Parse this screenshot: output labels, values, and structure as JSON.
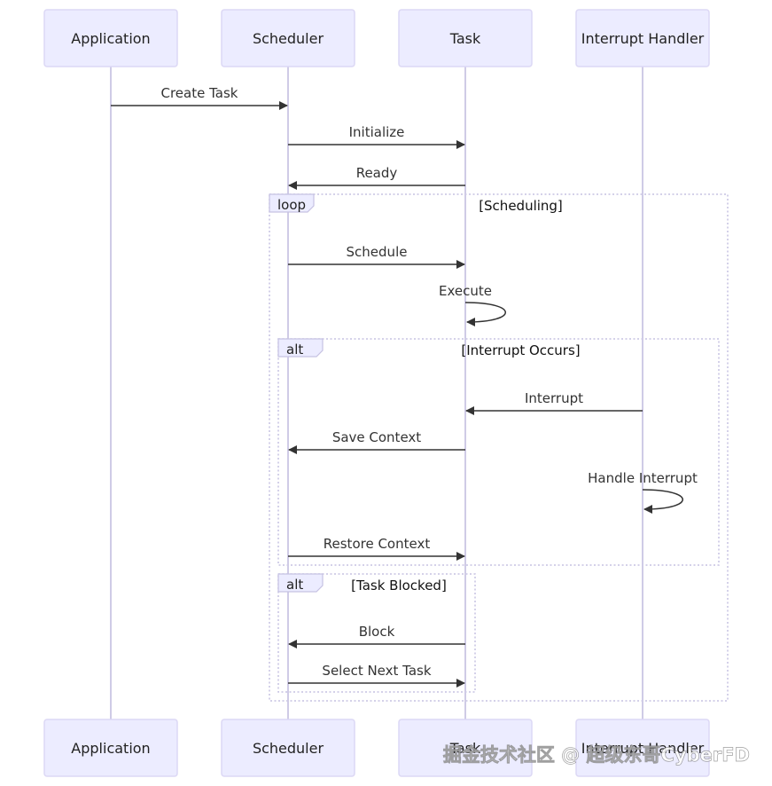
{
  "actors": [
    {
      "id": "app",
      "label": "Application"
    },
    {
      "id": "sched",
      "label": "Scheduler"
    },
    {
      "id": "task",
      "label": "Task"
    },
    {
      "id": "irq",
      "label": "Interrupt Handler"
    }
  ],
  "messages": [
    {
      "from": "app",
      "to": "sched",
      "label": "Create Task"
    },
    {
      "from": "sched",
      "to": "task",
      "label": "Initialize"
    },
    {
      "from": "task",
      "to": "sched",
      "label": "Ready"
    },
    {
      "from": "sched",
      "to": "task",
      "label": "Schedule"
    },
    {
      "from": "task",
      "to": "task",
      "label": "Execute"
    },
    {
      "from": "irq",
      "to": "task",
      "label": "Interrupt"
    },
    {
      "from": "task",
      "to": "sched",
      "label": "Save Context"
    },
    {
      "from": "irq",
      "to": "irq",
      "label": "Handle Interrupt"
    },
    {
      "from": "sched",
      "to": "task",
      "label": "Restore Context"
    },
    {
      "from": "task",
      "to": "sched",
      "label": "Block"
    },
    {
      "from": "sched",
      "to": "task",
      "label": "Select Next Task"
    }
  ],
  "frames": [
    {
      "kind": "loop",
      "condition": "[Scheduling]"
    },
    {
      "kind": "alt",
      "condition": "[Interrupt Occurs]"
    },
    {
      "kind": "alt",
      "condition": "[Task Blocked]"
    }
  ],
  "watermark": "掘金技术社区 @ 超级东哥CyberFD"
}
